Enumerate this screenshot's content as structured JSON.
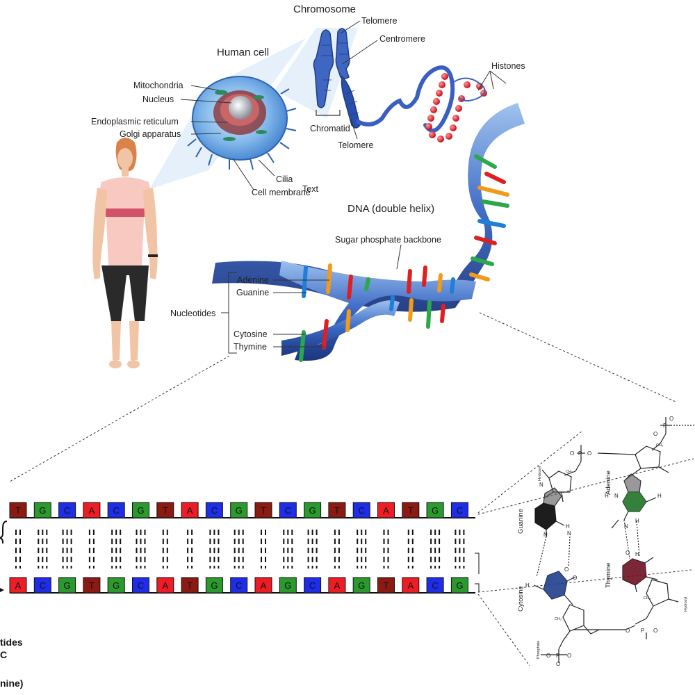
{
  "titles": {
    "chromosome": "Chromosome",
    "human_cell": "Human cell",
    "dna": "DNA (double helix)"
  },
  "labels": {
    "telomere_top": "Telomere",
    "centromere": "Centromere",
    "histones": "Histones",
    "chromatid": "Chromatid",
    "telomere_bottom": "Telomere",
    "mitochondria": "Mitochondria",
    "nucleus": "Nucleus",
    "er": "Endoplasmic reticulum",
    "golgi": "Golgi apparatus",
    "cilia": "Cilia",
    "text_stray": "Text",
    "cell_membrane": "Cell membrane",
    "backbone": "Sugar phosphate backbone",
    "adenine": "Adenine",
    "guanine": "Guanine",
    "cytosine": "Cytosine",
    "thymine": "Thymine",
    "nucleotides": "Nucleotides"
  },
  "colors": {
    "A": "#ee1c24",
    "T": "#8b1a12",
    "G": "#2a9a2e",
    "C": "#1e2ee8"
  },
  "sequence": {
    "top": [
      "T",
      "G",
      "C",
      "A",
      "C",
      "G",
      "T",
      "A",
      "C",
      "G",
      "T",
      "C",
      "G",
      "T",
      "C",
      "A",
      "T",
      "G",
      "C"
    ],
    "bottom": [
      "A",
      "C",
      "G",
      "T",
      "G",
      "C",
      "A",
      "T",
      "G",
      "C",
      "A",
      "G",
      "C",
      "A",
      "G",
      "T",
      "A",
      "C",
      "G"
    ],
    "bonds": [
      2,
      3,
      3,
      2,
      3,
      3,
      2,
      2,
      3,
      3,
      2,
      3,
      3,
      2,
      3,
      2,
      2,
      3,
      3
    ]
  },
  "chem": {
    "guanine": "Guanine",
    "adenine": "Adenine",
    "cytosine": "Cytosine",
    "thymine": "Thymine",
    "phosphate": "Phosphate",
    "hydroxyl": "Hydroxyl",
    "o": "O",
    "p": "P",
    "n": "N",
    "h": "H",
    "ch2": "CH₂",
    "ch3": "CH₃"
  },
  "cropped_text": {
    "line1": "tides",
    "line2": "C",
    "line3": "nine)"
  }
}
